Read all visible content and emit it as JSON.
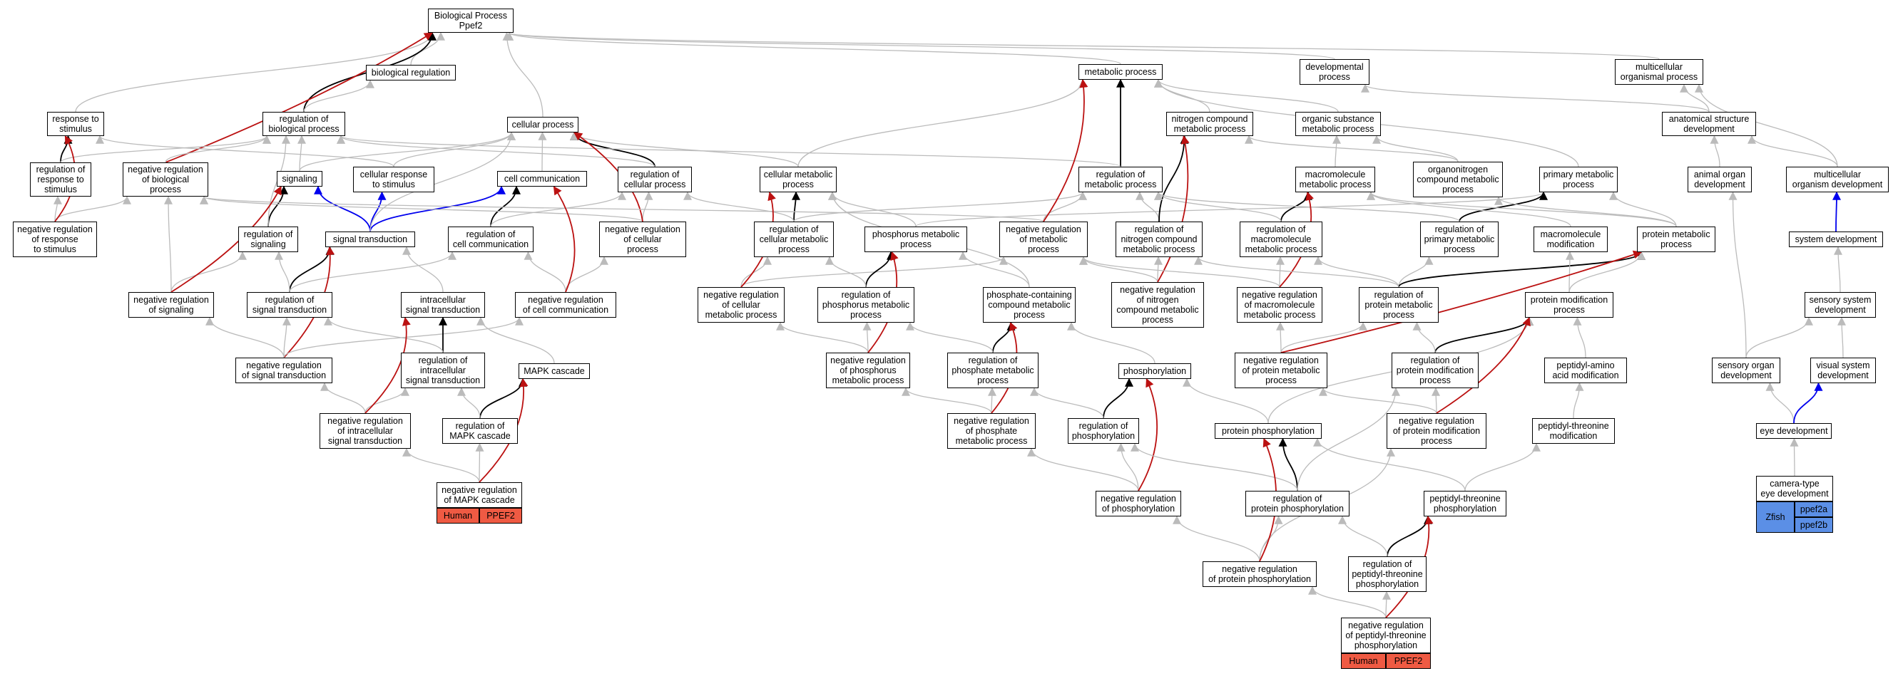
{
  "nodes": [
    {
      "id": "bp",
      "label": "Biological Process\nPpef2"
    },
    {
      "id": "bioreg",
      "label": "biological regulation"
    },
    {
      "id": "metab",
      "label": "metabolic process"
    },
    {
      "id": "devproc",
      "label": "developmental\nprocess"
    },
    {
      "id": "multiorg",
      "label": "multicellular\norganismal process"
    },
    {
      "id": "resp",
      "label": "response to\nstimulus"
    },
    {
      "id": "regbp",
      "label": "regulation of\nbiological process"
    },
    {
      "id": "cellproc",
      "label": "cellular process"
    },
    {
      "id": "nitro",
      "label": "nitrogen compound\nmetabolic process"
    },
    {
      "id": "orgsub",
      "label": "organic substance\nmetabolic process"
    },
    {
      "id": "anat",
      "label": "anatomical structure\ndevelopment"
    },
    {
      "id": "regresp",
      "label": "regulation of\nresponse to\nstimulus"
    },
    {
      "id": "negregbp",
      "label": "negative regulation\nof biological\nprocess"
    },
    {
      "id": "signaling",
      "label": "signaling"
    },
    {
      "id": "cellresp",
      "label": "cellular response\nto stimulus"
    },
    {
      "id": "cellcomm",
      "label": "cell communication"
    },
    {
      "id": "regcell",
      "label": "regulation of\ncellular process"
    },
    {
      "id": "cellmetab",
      "label": "cellular metabolic\nprocess"
    },
    {
      "id": "regmetab",
      "label": "regulation of\nmetabolic process"
    },
    {
      "id": "macro",
      "label": "macromolecule\nmetabolic process"
    },
    {
      "id": "organonitro",
      "label": "organonitrogen\ncompound metabolic\nprocess"
    },
    {
      "id": "primary",
      "label": "primary metabolic\nprocess"
    },
    {
      "id": "animalorg",
      "label": "animal organ\ndevelopment"
    },
    {
      "id": "multidev",
      "label": "multicellular\norganism development"
    },
    {
      "id": "negregresp",
      "label": "negative regulation\nof response\nto stimulus"
    },
    {
      "id": "regsig",
      "label": "regulation of\nsignaling"
    },
    {
      "id": "sigtrans",
      "label": "signal transduction"
    },
    {
      "id": "regcellcomm",
      "label": "regulation of\ncell communication"
    },
    {
      "id": "negregcell",
      "label": "negative regulation\nof cellular\nprocess"
    },
    {
      "id": "regcellmetab",
      "label": "regulation of\ncellular metabolic\nprocess"
    },
    {
      "id": "phosmetab",
      "label": "phosphorus metabolic\nprocess"
    },
    {
      "id": "negregmetab",
      "label": "negative regulation\nof metabolic\nprocess"
    },
    {
      "id": "regnitro",
      "label": "regulation of\nnitrogen compound\nmetabolic process"
    },
    {
      "id": "regmacro",
      "label": "regulation of\nmacromolecule\nmetabolic process"
    },
    {
      "id": "regprimary",
      "label": "regulation of\nprimary metabolic\nprocess"
    },
    {
      "id": "macromod",
      "label": "macromolecule\nmodification"
    },
    {
      "id": "protmetab",
      "label": "protein metabolic\nprocess"
    },
    {
      "id": "sysdev",
      "label": "system development"
    },
    {
      "id": "negregsig",
      "label": "negative regulation\nof signaling"
    },
    {
      "id": "regsigtrans",
      "label": "regulation of\nsignal transduction"
    },
    {
      "id": "intrasig",
      "label": "intracellular\nsignal transduction"
    },
    {
      "id": "negregcellcomm",
      "label": "negative regulation\nof cell communication"
    },
    {
      "id": "negregcellmetab",
      "label": "negative regulation\nof cellular\nmetabolic process"
    },
    {
      "id": "regphosmetab",
      "label": "regulation of\nphosphorus metabolic\nprocess"
    },
    {
      "id": "phoscont",
      "label": "phosphate-containing\ncompound metabolic\nprocess"
    },
    {
      "id": "negregnitro",
      "label": "negative regulation\nof nitrogen\ncompound metabolic\nprocess"
    },
    {
      "id": "negregmacro",
      "label": "negative regulation\nof macromolecule\nmetabolic process"
    },
    {
      "id": "regprotmetab",
      "label": "regulation of\nprotein metabolic\nprocess"
    },
    {
      "id": "protmod",
      "label": "protein modification\nprocess"
    },
    {
      "id": "sensys",
      "label": "sensory system\ndevelopment"
    },
    {
      "id": "negregsigtrans",
      "label": "negative regulation\nof signal transduction"
    },
    {
      "id": "regintrasig",
      "label": "regulation of\nintracellular\nsignal transduction"
    },
    {
      "id": "mapk",
      "label": "MAPK cascade"
    },
    {
      "id": "negregphosmetab",
      "label": "negative regulation\nof phosphorus\nmetabolic process"
    },
    {
      "id": "regphosphmetab",
      "label": "regulation of\nphosphate metabolic\nprocess"
    },
    {
      "id": "phosphorylation",
      "label": "phosphorylation"
    },
    {
      "id": "negregprotmetab",
      "label": "negative regulation\nof protein metabolic\nprocess"
    },
    {
      "id": "regprotmod",
      "label": "regulation of\nprotein modification\nprocess"
    },
    {
      "id": "peptamino",
      "label": "peptidyl-amino\nacid modification"
    },
    {
      "id": "sensorg",
      "label": "sensory organ\ndevelopment"
    },
    {
      "id": "vissys",
      "label": "visual system\ndevelopment"
    },
    {
      "id": "negregintrasig",
      "label": "negative regulation\nof intracellular\nsignal transduction"
    },
    {
      "id": "regmapk",
      "label": "regulation of\nMAPK cascade"
    },
    {
      "id": "negregphosph",
      "label": "negative regulation\nof phosphate\nmetabolic process"
    },
    {
      "id": "regphosphorylation",
      "label": "regulation of\nphosphorylation"
    },
    {
      "id": "protphos",
      "label": "protein phosphorylation"
    },
    {
      "id": "negregprotmod",
      "label": "negative regulation\nof protein modification\nprocess"
    },
    {
      "id": "peptthrmod",
      "label": "peptidyl-threonine\nmodification"
    },
    {
      "id": "eyedev",
      "label": "eye development"
    },
    {
      "id": "negregmapk",
      "label": "negative regulation\nof MAPK cascade"
    },
    {
      "id": "negregphosphorylation",
      "label": "negative regulation\nof phosphorylation"
    },
    {
      "id": "regprotphos",
      "label": "regulation of\nprotein phosphorylation"
    },
    {
      "id": "peptthrphos",
      "label": "peptidyl-threonine\nphosphorylation"
    },
    {
      "id": "camera",
      "label": "camera-type\neye development"
    },
    {
      "id": "negregprotphos",
      "label": "negative regulation\nof protein phosphorylation"
    },
    {
      "id": "regpeptthr",
      "label": "regulation of\npeptidyl-threonine\nphosphorylation"
    },
    {
      "id": "negregpeptthr",
      "label": "negative regulation\nof peptidyl-threonine\nphosphorylation"
    }
  ],
  "annotations": [
    {
      "id": "ann1",
      "species": "Human",
      "gene": "PPEF2",
      "color": "#ef5a43"
    },
    {
      "id": "ann2",
      "species": "Human",
      "gene": "PPEF2",
      "color": "#ef5a43"
    },
    {
      "id": "ann3",
      "species": "Zfish",
      "genes": [
        "ppef2a",
        "ppef2b"
      ],
      "color": "#5b8fe6"
    }
  ],
  "edge_colors": {
    "is_a": "#bbbbbb",
    "part_of": "#000000",
    "regulates": "#bb1111",
    "occurs_in": "#0000ee"
  }
}
